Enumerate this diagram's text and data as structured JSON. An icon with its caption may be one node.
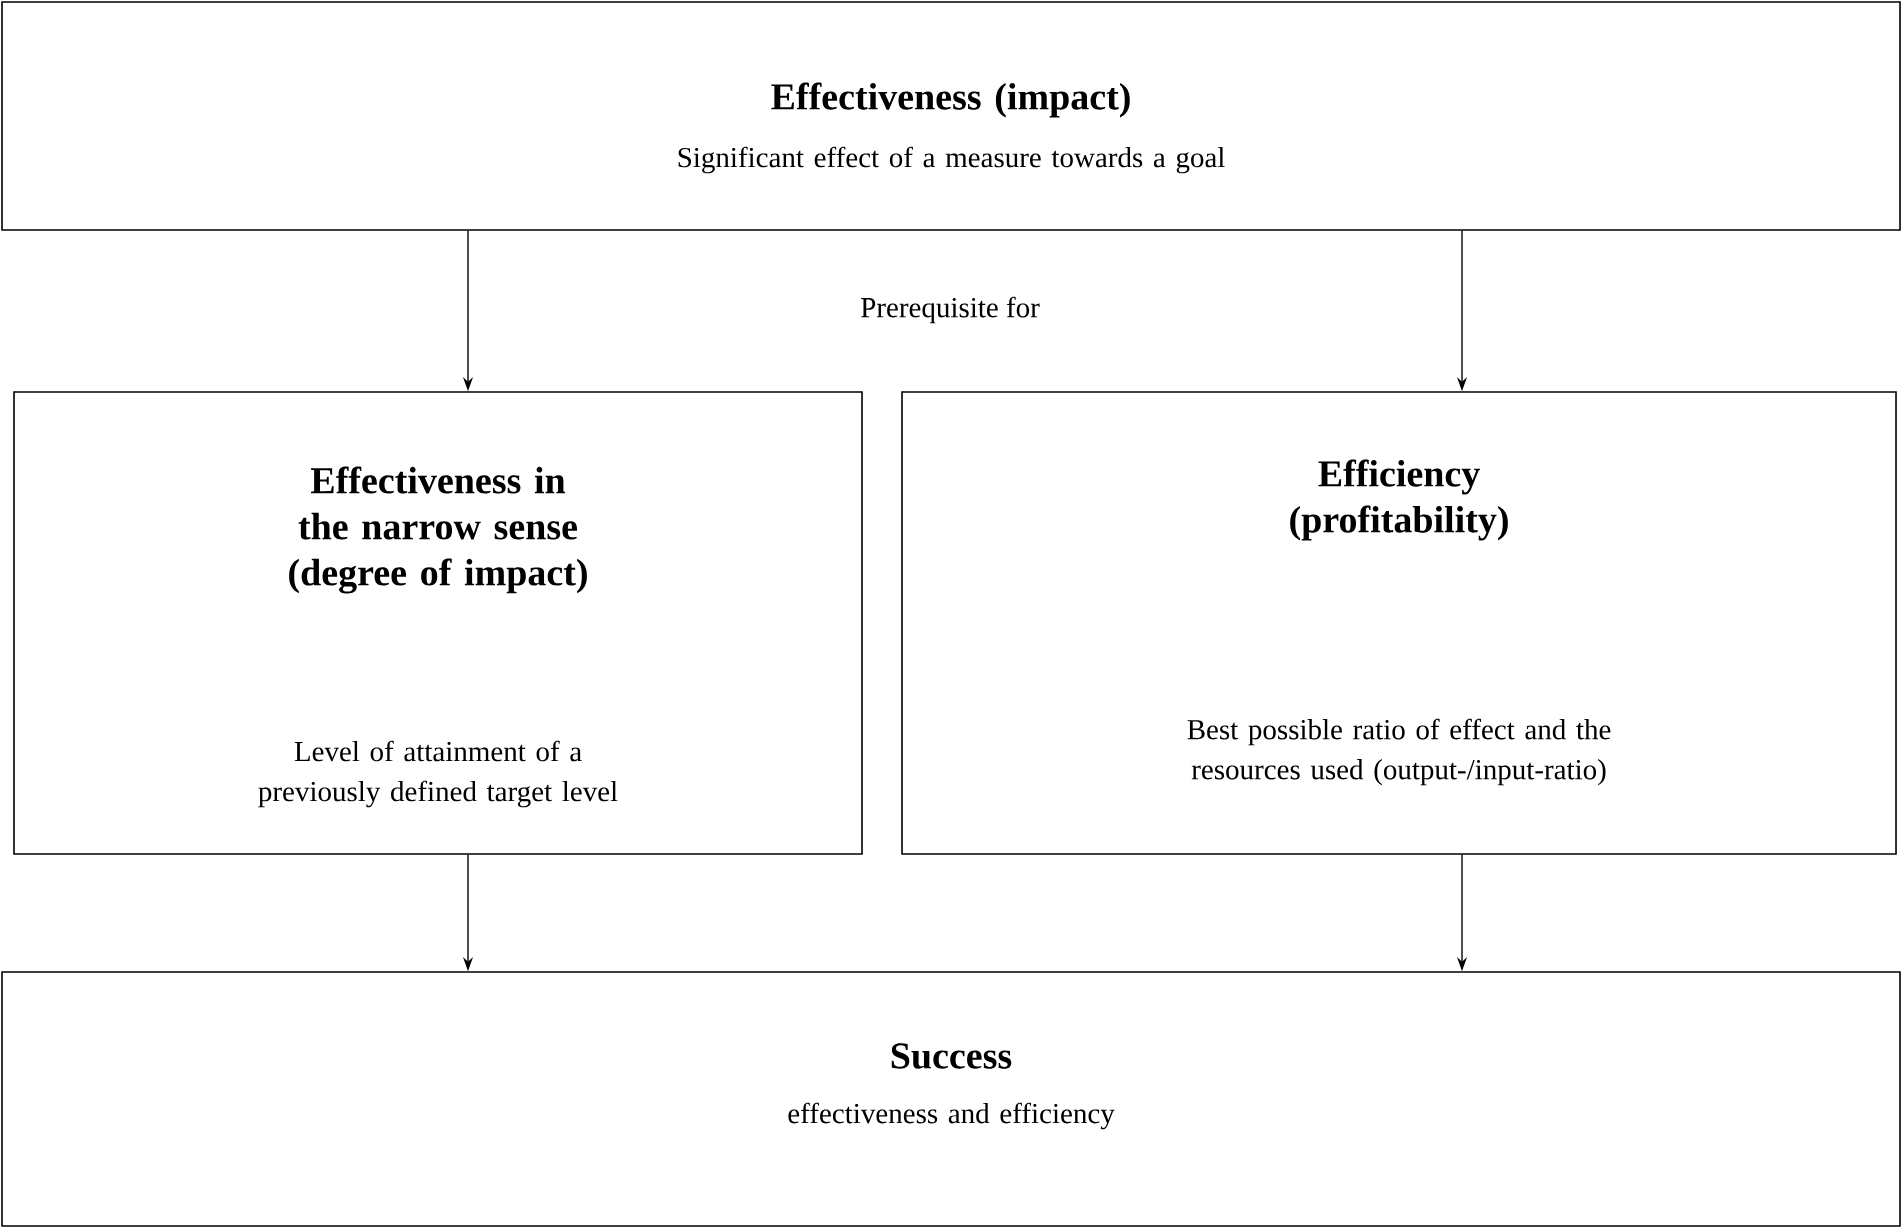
{
  "diagram": {
    "nodes": [
      {
        "text": [
          "Effectiveness (impact)",
          "Significant effect of a measure towards a goal"
        ]
      },
      {
        "text": [
          "Effectiveness in the narrow sense (degree of impact)",
          "Level of attainment of a previously defined target level"
        ]
      },
      {
        "text": [
          "Efficiency (profitability)",
          "Best possible ratio of effect and the resources used (output-/input-ratio)"
        ]
      },
      {
        "text": [
          "Success",
          "effectiveness and efficiency"
        ]
      }
    ],
    "edges": [
      {
        "from": 0,
        "to": 1,
        "arrow": "to"
      },
      {
        "from": 0,
        "to": 2,
        "arrow": "to"
      },
      {
        "from": 1,
        "to": 3,
        "arrow": "to"
      },
      {
        "from": 2,
        "to": 3,
        "arrow": "to"
      }
    ],
    "labels": [
      "Prerequisite for"
    ]
  }
}
